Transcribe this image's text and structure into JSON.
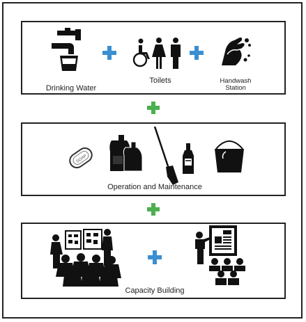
{
  "panels": {
    "wash": {
      "drinking_water_label": "Drinking Water",
      "toilets_label": "Toilets",
      "handwash_label_line1": "Handwash",
      "handwash_label_line2": "Station"
    },
    "om": {
      "label": "Operation and Maintenance",
      "soap_text": "SOAP"
    },
    "capacity": {
      "label": "Capacity Building"
    }
  },
  "colors": {
    "blue_plus": "#3b8fd1",
    "green_plus": "#4caf50",
    "ink": "#111111"
  },
  "icons": [
    "water-tap-icon",
    "toilets-icon",
    "handwash-icon",
    "soap-icon",
    "cleaning-bottles-icon",
    "broom-icon",
    "cleaner-bottle-icon",
    "bucket-icon",
    "group-discussion-icon",
    "training-presentation-icon"
  ]
}
